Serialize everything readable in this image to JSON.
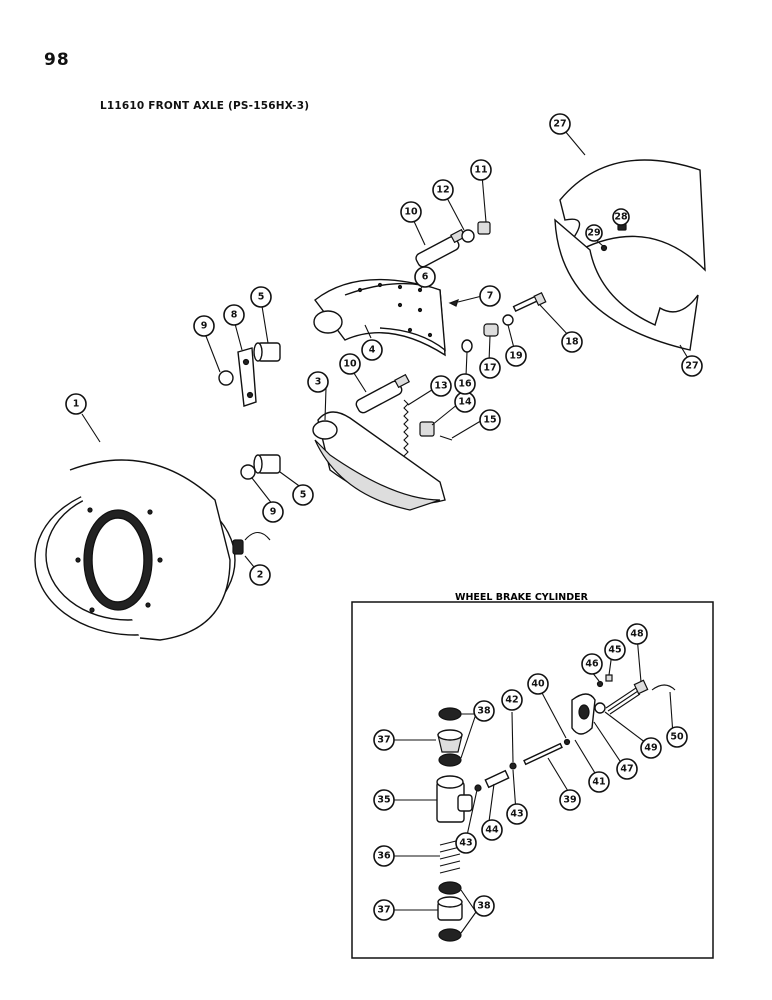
{
  "page": {
    "number": "98",
    "title": "L11610 FRONT AXLE (PS-156HX-3)"
  },
  "inset": {
    "title": "WHEEL BRAKE CYLINDER"
  },
  "callouts": {
    "c1": "1",
    "c2": "2",
    "c3": "3",
    "c4": "4",
    "c5a": "5",
    "c5b": "5",
    "c6": "6",
    "c7": "7",
    "c8": "8",
    "c9a": "9",
    "c9b": "9",
    "c10a": "10",
    "c10b": "10",
    "c11": "11",
    "c12": "12",
    "c13": "13",
    "c14": "14",
    "c15": "15",
    "c16": "16",
    "c17": "17",
    "c18": "18",
    "c19": "19",
    "c27a": "27",
    "c27b": "27",
    "c28": "28",
    "c29": "29",
    "c35": "35",
    "c36": "36",
    "c37a": "37",
    "c37b": "37",
    "c38a": "38",
    "c38b": "38",
    "c39": "39",
    "c40": "40",
    "c41": "41",
    "c42": "42",
    "c43a": "43",
    "c43b": "43",
    "c44": "44",
    "c45": "45",
    "c46": "46",
    "c47": "47",
    "c48": "48",
    "c49": "49",
    "c50": "50"
  }
}
